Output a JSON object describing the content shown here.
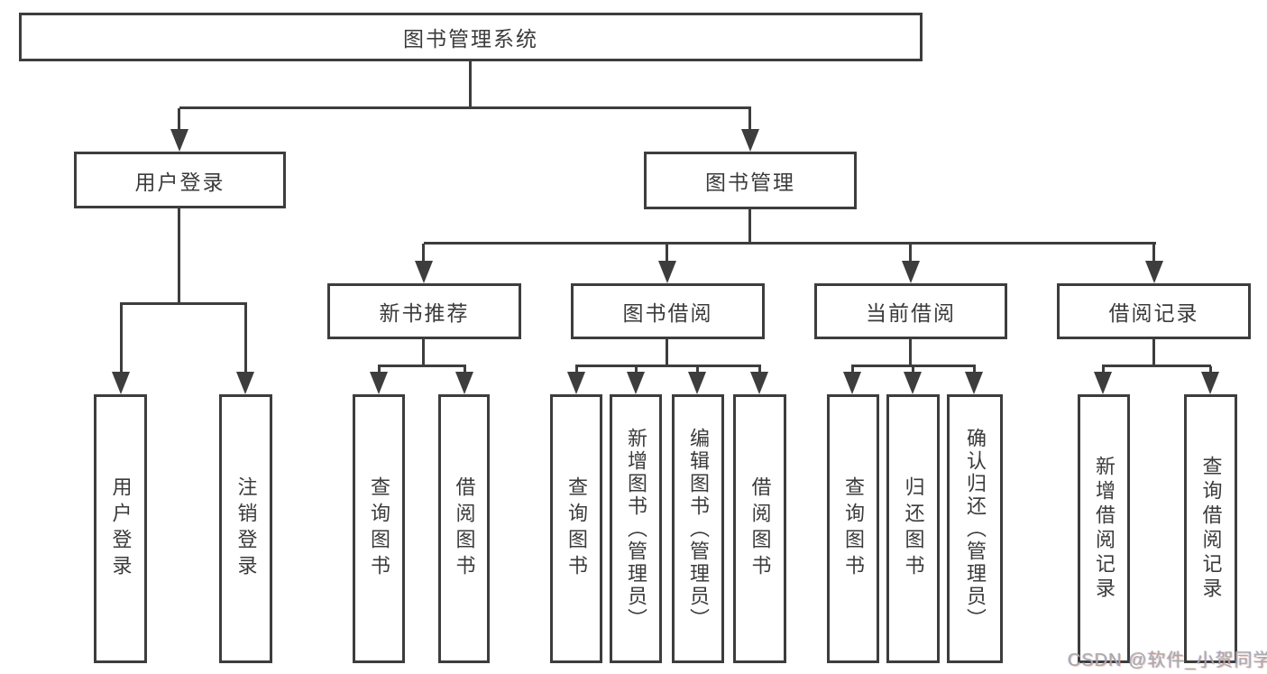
{
  "diagram": {
    "title": "图书管理系统",
    "branches": {
      "user_login": {
        "label": "用户登录",
        "children": {
          "login": "用户登录",
          "logout": "注销登录"
        }
      },
      "book_mgmt": {
        "label": "图书管理",
        "sections": {
          "new_books": {
            "label": "新书推荐",
            "children": {
              "query": "查询图书",
              "borrow": "借阅图书"
            }
          },
          "borrowing": {
            "label": "图书借阅",
            "children": {
              "query": "查询图书",
              "add": "新增图书（管理员）",
              "edit": "编辑图书（管理员）",
              "borrow": "借阅图书"
            }
          },
          "current": {
            "label": "当前借阅",
            "children": {
              "query": "查询图书",
              "return": "归还图书",
              "confirm": "确认归还（管理员）"
            }
          },
          "records": {
            "label": "借阅记录",
            "children": {
              "add": "新增借阅记录",
              "query": "查询借阅记录"
            }
          }
        }
      }
    },
    "watermark": "CSDN @软件_小贺同学"
  }
}
